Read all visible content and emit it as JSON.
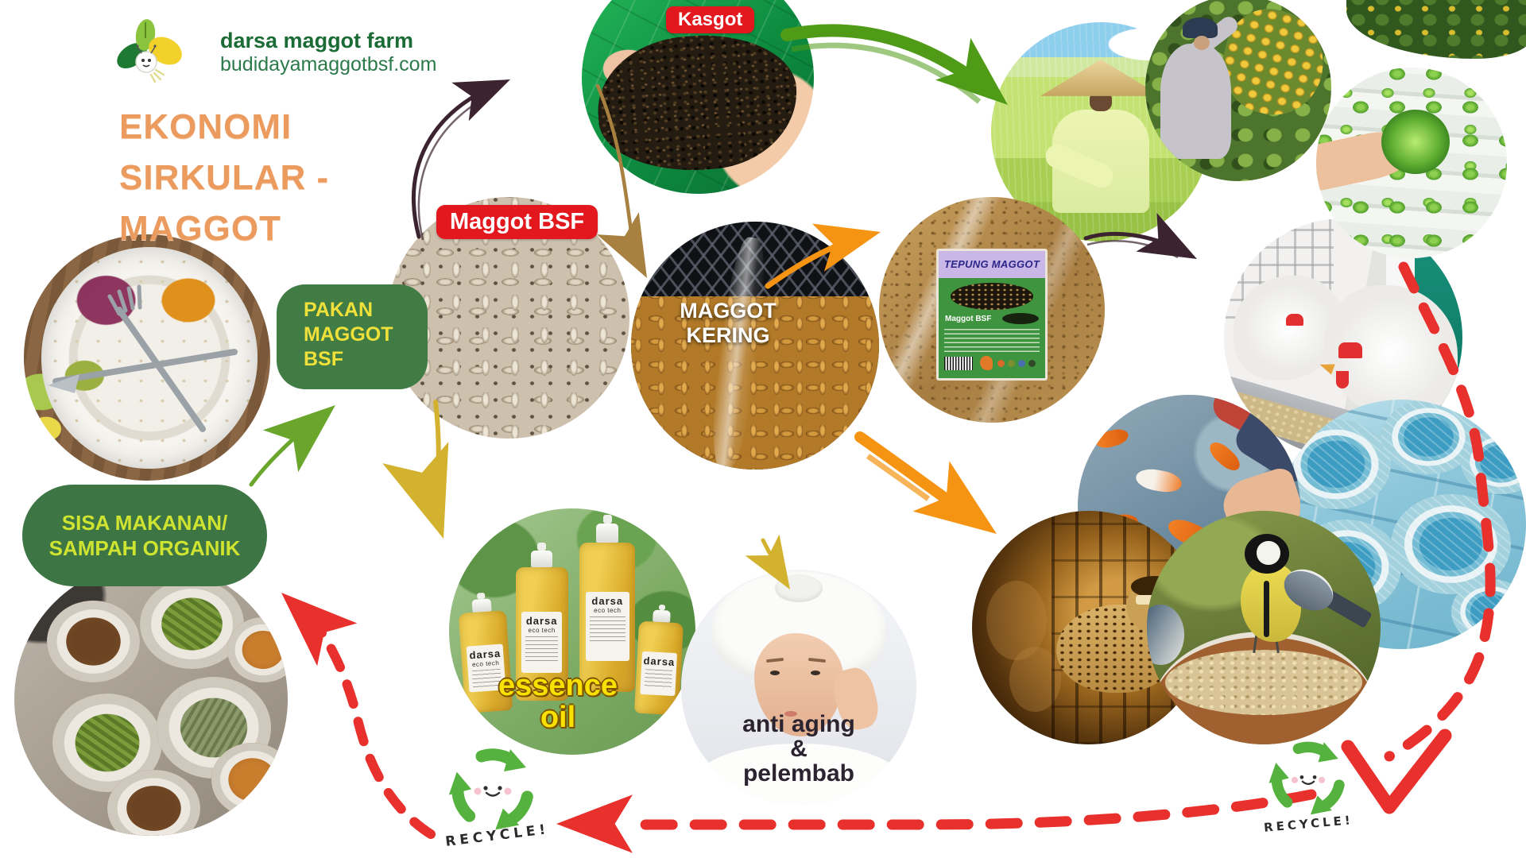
{
  "header": {
    "brand": "darsa maggot farm",
    "website": "budidayamaggotbsf.com"
  },
  "title": {
    "line1": "EKONOMI",
    "line2": "SIRKULAR -",
    "line3": "MAGGOT"
  },
  "tags": {
    "kasgot": "Kasgot",
    "maggot_bsf": "Maggot BSF"
  },
  "boxes": {
    "pakan": {
      "line1": "PAKAN",
      "line2": "MAGGOT",
      "line3": "BSF"
    },
    "sisa": {
      "line1": "SISA MAKANAN/",
      "line2": "SAMPAH ORGANIK"
    }
  },
  "captions": {
    "maggot_kering": {
      "line1": "MAGGOT",
      "line2": "KERING"
    },
    "essence_oil": {
      "line1": "essence",
      "line2": "oil"
    },
    "anti_aging": {
      "line1": "anti aging",
      "line2": "&",
      "line3": "pelembab"
    },
    "recycle_left": "RECYCLE!",
    "recycle_right": "RECYCLE!"
  },
  "product_label": {
    "title": "TEPUNG MAGGOT",
    "subtitle": "Maggot BSF"
  },
  "bottle_label": {
    "brand": "darsa",
    "line2": "eco tech"
  },
  "icons": {
    "logo": "maggot-fly-with-leaves",
    "recycle": "recycle-arrows-with-smiley-face"
  },
  "colors": {
    "title_orange": "#EC9B5F",
    "tag_red": "#E3181F",
    "box_green": "#3E7544",
    "box_text_yellow": "#EFE13A",
    "sisa_text_yellow": "#CFE431",
    "brand_green": "#1B6B35",
    "arrow_green": "#4F9B17",
    "arrow_orange": "#F59412",
    "arrow_yellow": "#D2B22E",
    "arrow_dark": "#3B2330",
    "arrow_tan": "#A8803F",
    "dash_red": "#E8312D",
    "recycle_green": "#55B23E"
  }
}
